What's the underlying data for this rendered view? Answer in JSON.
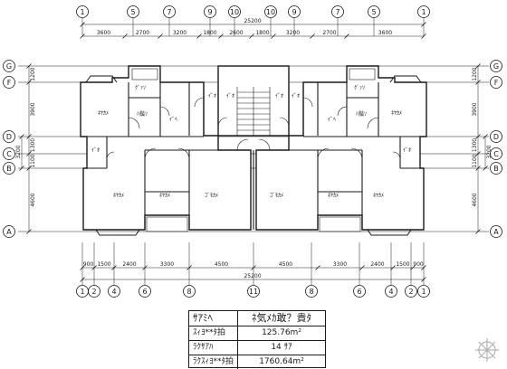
{
  "axes_top": [
    "1",
    "5",
    "7",
    "9",
    "10",
    "10",
    "9",
    "7",
    "5",
    "1"
  ],
  "axes_bottom": [
    "1",
    "2",
    "4",
    "6",
    "8",
    "11",
    "8",
    "6",
    "4",
    "2",
    "1"
  ],
  "axes_side": [
    "G",
    "F",
    "D",
    "C",
    "B",
    "A"
  ],
  "dims_top_total": "25200",
  "dims_top": [
    "3600",
    "2700",
    "3200",
    "1800",
    "2600",
    "1800",
    "3200",
    "2700",
    "3600"
  ],
  "dims_bottom_total": "25200",
  "dims_bottom": [
    "900",
    "1500",
    "2400",
    "3300",
    "4500",
    "4500",
    "3300",
    "2400",
    "1500",
    "900"
  ],
  "dims_left": [
    "1200",
    "3900",
    "1300",
    "1100",
    "4600"
  ],
  "dims_left_group": "3200",
  "dims_right": [
    "1200",
    "3900",
    "1300",
    "1100",
    "4600"
  ],
  "dims_right_group": "3200",
  "room_labels": {
    "kitchen_l": "ｸﾞｧｿ",
    "kitchen_r": "ｸﾞｧｿ",
    "bed_ul": "ﾈﾔｶﾒ",
    "bed_ur": "ﾈﾔｶﾒ",
    "study_l": "ﾊ鬚ｿ",
    "study_r": "ﾊ鬚ｿ",
    "toilet_a": "ｲﾞｵ",
    "toilet_b": "ｲﾞｵ",
    "toilet_c": "ｲﾞｵ",
    "toilet_d": "ｲﾞｵ",
    "hall_l": "ｲﾞﾍ",
    "hall_r": "ｲﾞﾍ",
    "bed_ll": "ﾈﾔｶﾒ",
    "bed_lm": "ﾈﾔｶﾒ",
    "living_l": "ｺﾞﾓｶﾒ",
    "living_r": "ｺﾞﾓｶﾒ",
    "bed_rm": "ﾈﾔｶﾒ",
    "bed_rr": "ﾈﾔｶﾒ",
    "bath_l": "ｲﾞｵ",
    "bath_r": "ｲﾞｵ"
  },
  "table": {
    "header_col1": "ｻｱﾐﾍ",
    "header_col2": "ﾈ気ﾒｶ敢？貴ﾀ",
    "rows": [
      {
        "label": "ｽｨﾖ**ﾀ拍",
        "value": "125.76m²"
      },
      {
        "label": "ﾗｸｻｱﾊ",
        "value": "14 ｻｱ"
      },
      {
        "label": "ﾗｸｽｨﾖ**ﾀ拍",
        "value": "1760.64m²"
      }
    ]
  }
}
